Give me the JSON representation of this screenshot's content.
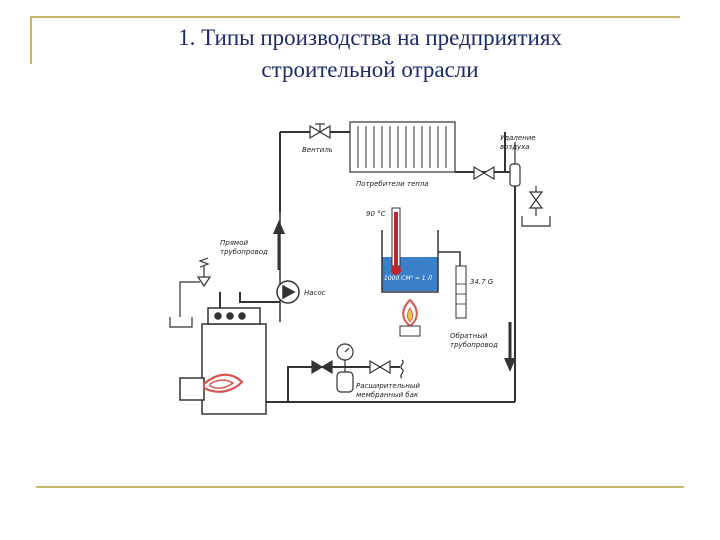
{
  "slide": {
    "title_line1": "1. Типы производства на предприятиях",
    "title_line2": "строительной отрасли"
  },
  "diagram": {
    "labels": {
      "valve": "Вентиль",
      "consumers": "Потребители тепла",
      "air_removal_1": "Удаление",
      "air_removal_2": "воздуха",
      "supply_1": "Прямой",
      "supply_2": "трубопровод",
      "pump": "Насос",
      "return_1": "Обратный",
      "return_2": "трубопровод",
      "tank_1": "Расширительный",
      "tank_2": "мембранный бак",
      "temp": "90 °C",
      "volume": "1000 СМ³ = 1 Л",
      "reading": "34.7 G"
    },
    "colors": {
      "pipe": "#333333",
      "water": "#3a7fc8",
      "thermometer": "#c0272d",
      "flame": "#d9534f"
    }
  }
}
